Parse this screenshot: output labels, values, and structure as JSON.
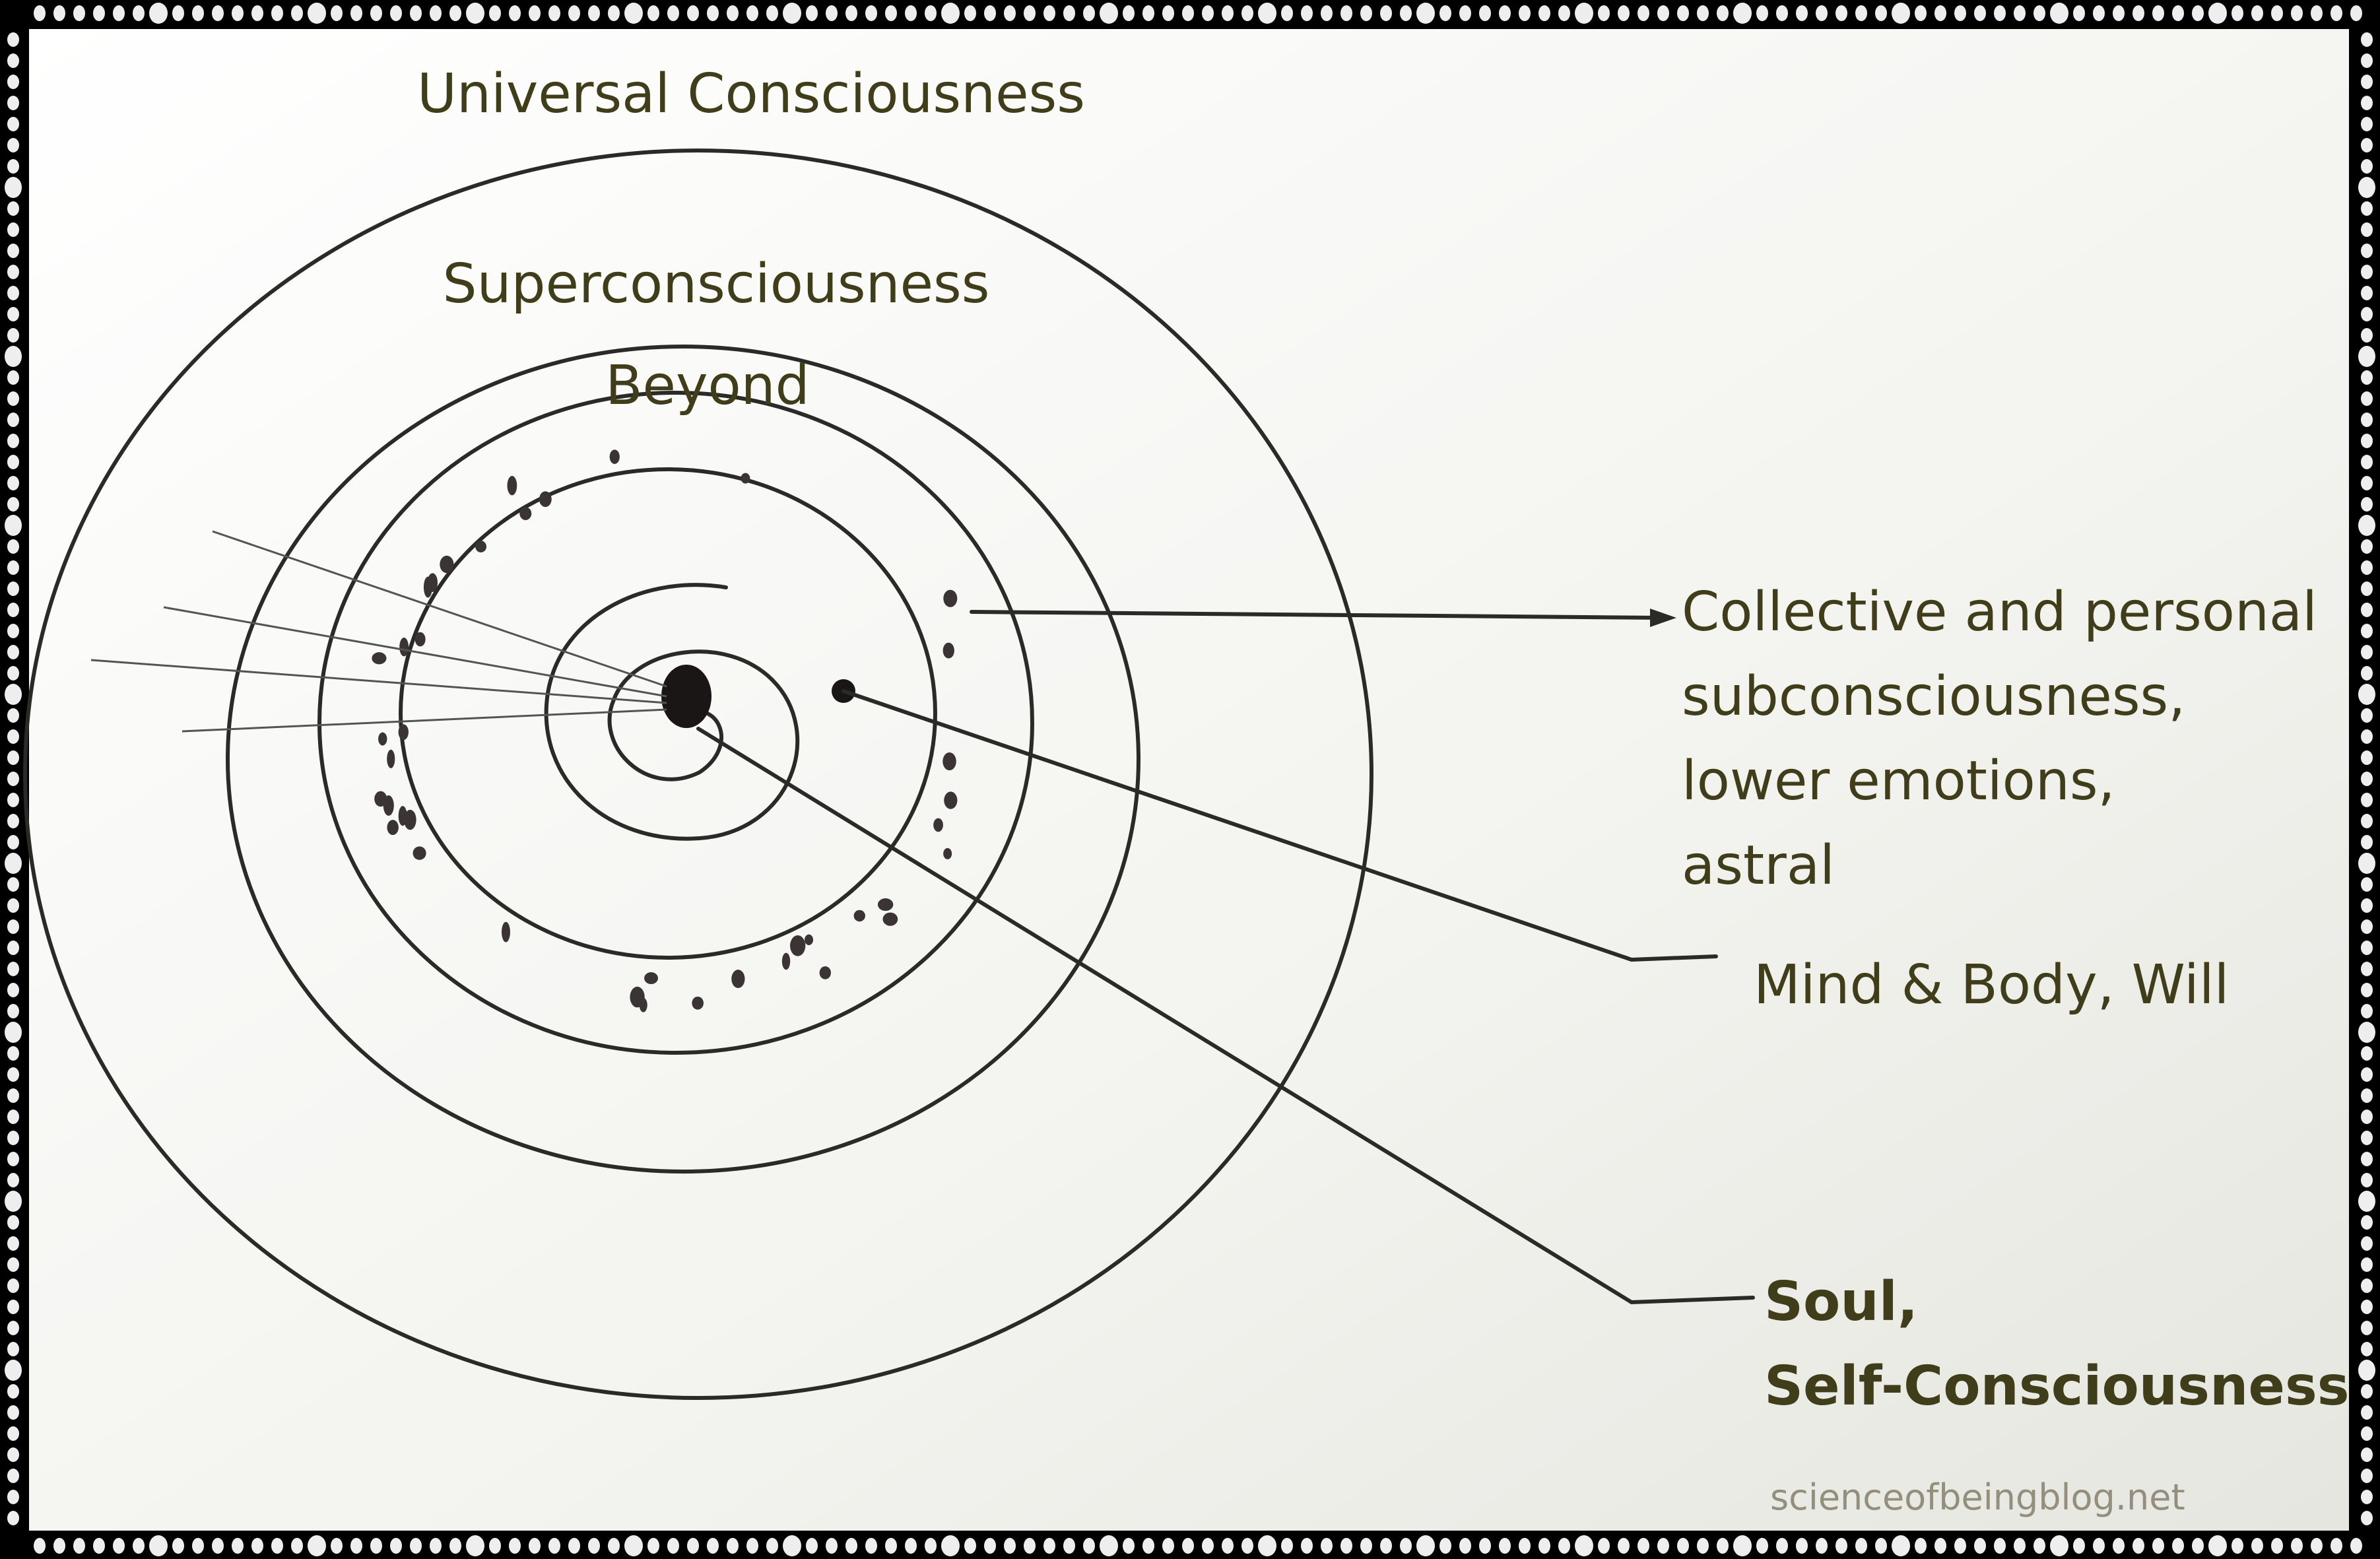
{
  "labels": {
    "universal": "Universal Consciousness",
    "superconscious": "Superconsciousness",
    "beyond": "Beyond",
    "collective": [
      "Collective and personal",
      "subconsciousness,",
      "lower emotions,",
      "astral"
    ],
    "mind": "Mind & Body, Will",
    "soul": [
      "Soul,",
      "Self-Consciousness"
    ]
  },
  "watermark": "scienceofbeingblog.net",
  "colors": {
    "text": "#403d1a",
    "watermark": "#948f7c",
    "border": "#000000",
    "paper": "#f4f4f0"
  }
}
